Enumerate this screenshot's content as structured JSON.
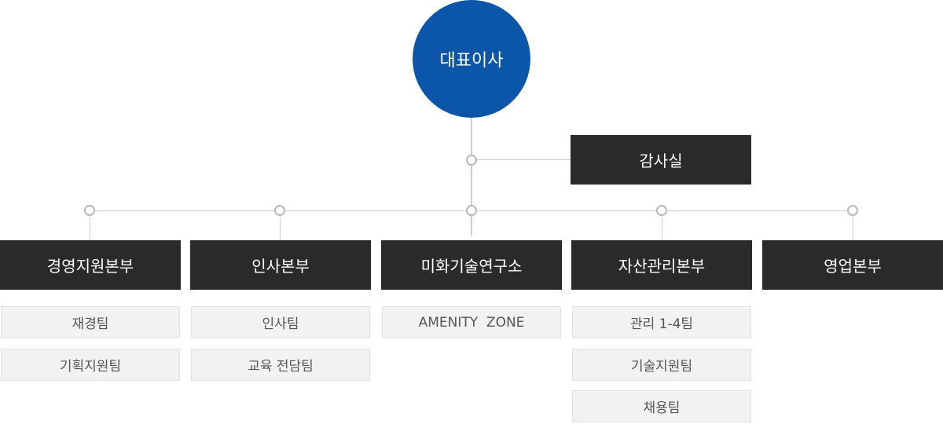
{
  "ceo": {
    "label": "대표이사"
  },
  "audit": {
    "label": "감사실"
  },
  "divisions": [
    {
      "label": "경영지원본부",
      "teams": [
        "재경팀",
        "기획지원팀"
      ]
    },
    {
      "label": "인사본부",
      "teams": [
        "인사팀",
        "교육 전담팀"
      ]
    },
    {
      "label": "미화기술연구소",
      "teams": [
        "AMENITY  ZONE"
      ]
    },
    {
      "label": "자산관리본부",
      "teams": [
        "관리 1-4팀",
        "기술지원팀",
        "채용팀"
      ]
    },
    {
      "label": "영업본부",
      "teams": []
    }
  ],
  "colors": {
    "ceo": "#0b56a8",
    "division": "#2a2a2a",
    "team_bg": "#f2f2f2",
    "connector": "#cccccc"
  }
}
